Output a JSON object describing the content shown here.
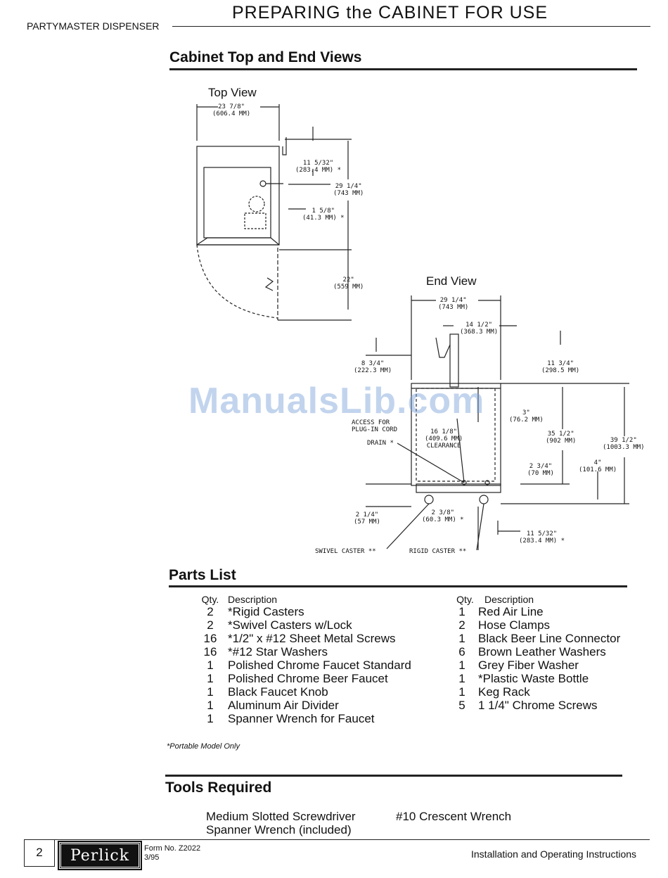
{
  "header": {
    "title": "PREPARING the CABINET FOR USE",
    "left_label": "PARTYMASTER DISPENSER"
  },
  "cabinet_views": {
    "section_title": "Cabinet Top and End Views",
    "top_view": {
      "title": "Top View",
      "width_in": "23 7/8\"",
      "width_mm": "(606.4 MM)",
      "dim1_in": "11 5/32\"",
      "dim1_mm": "(283.4 MM) *",
      "dim2_in": "29 1/4\"",
      "dim2_mm": "(743 MM)",
      "dim3_in": "1 5/8\"",
      "dim3_mm": "(41.3 MM) *",
      "door_in": "22\"",
      "door_mm": "(559 MM)"
    },
    "end_view": {
      "title": "End View",
      "width_in": "29 1/4\"",
      "width_mm": "(743 MM)",
      "tower_in": "14 1/2\"",
      "tower_mm": "(368.3 MM)",
      "faucet_in": "8 3/4\"",
      "faucet_mm": "(222.3 MM)",
      "tower_h_in": "11 3/4\"",
      "tower_h_mm": "(298.5 MM)",
      "access_label_1": "ACCESS FOR",
      "access_label_2": "PLUG-IN CORD",
      "drain_label": "DRAIN *",
      "clear_in": "16 1/8\"",
      "clear_mm": "(409.6 MM)",
      "clear_label": "CLEARANCE",
      "three_in": "3\"",
      "three_mm": "(76.2 MM)",
      "h355_in": "35 1/2\"",
      "h355_mm": "(902 MM)",
      "h395_in": "39 1/2\"",
      "h395_mm": "(1003.3 MM)",
      "d234_in": "2 3/4\"",
      "d234_mm": "(70 MM)",
      "d4_in": "4\"",
      "d4_mm": "(101.6 MM)",
      "d214_in": "2 1/4\"",
      "d214_mm": "(57 MM)",
      "d238_in": "2 3/8\"",
      "d238_mm": "(60.3 MM) *",
      "d11_in": "11 5/32\"",
      "d11_mm": "(283.4 MM) *",
      "swivel_label": "SWIVEL CASTER **",
      "rigid_label": "RIGID CASTER **"
    }
  },
  "watermark": "ManualsLib.com",
  "parts_list": {
    "section_title": "Parts List",
    "qty_header": "Qty.",
    "desc_header": "Description",
    "left": [
      {
        "qty": "2",
        "desc": "*Rigid Casters"
      },
      {
        "qty": "2",
        "desc": "*Swivel Casters w/Lock"
      },
      {
        "qty": "16",
        "desc": "*1/2\" x #12 Sheet Metal Screws"
      },
      {
        "qty": "16",
        "desc": "*#12 Star Washers"
      },
      {
        "qty": "1",
        "desc": "Polished Chrome Faucet Standard"
      },
      {
        "qty": "1",
        "desc": "Polished Chrome Beer Faucet"
      },
      {
        "qty": "1",
        "desc": "Black Faucet Knob"
      },
      {
        "qty": "1",
        "desc": "Aluminum Air Divider"
      },
      {
        "qty": "1",
        "desc": "Spanner Wrench for Faucet"
      }
    ],
    "right": [
      {
        "qty": "1",
        "desc": "Red Air Line"
      },
      {
        "qty": "2",
        "desc": "Hose Clamps"
      },
      {
        "qty": "1",
        "desc": "Black Beer Line Connector"
      },
      {
        "qty": "6",
        "desc": "Brown Leather Washers"
      },
      {
        "qty": "1",
        "desc": "Grey Fiber Washer"
      },
      {
        "qty": "1",
        "desc": "*Plastic Waste Bottle"
      },
      {
        "qty": "1",
        "desc": "Keg Rack"
      },
      {
        "qty": "5",
        "desc": "1 1/4\" Chrome Screws"
      }
    ],
    "footnote": "*Portable Model Only"
  },
  "tools": {
    "section_title": "Tools Required",
    "item1": "Medium Slotted Screwdriver",
    "item2": "#10 Crescent Wrench",
    "item3": "Spanner Wrench (included)"
  },
  "footer": {
    "page_number": "2",
    "logo_text": "Perlick",
    "form_no": "Form No. Z2022",
    "date": "3/95",
    "right_text": "Installation and Operating Instructions"
  }
}
